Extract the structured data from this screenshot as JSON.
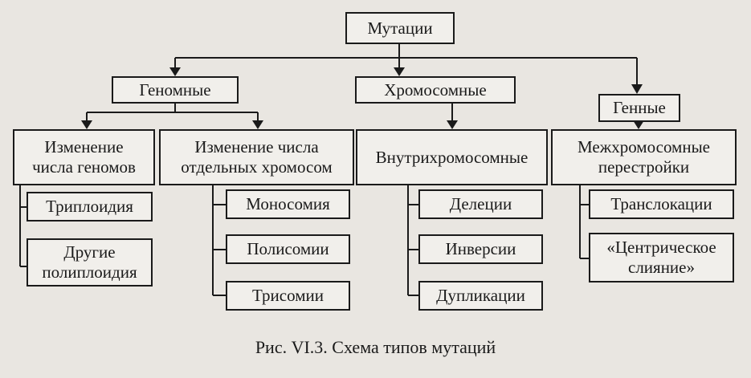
{
  "diagram": {
    "root": "Мутации",
    "level1": {
      "genomic": "Геномные",
      "chromosomal": "Хромосомные",
      "gene": "Генные"
    },
    "level2": {
      "genome_number": "Изменение\nчисла геномов",
      "chromosome_number": "Изменение числа\nотдельных хромосом",
      "intrachromosomal": "Внутрихромосомные",
      "interchromosomal": "Межхромосомные\nперестройки"
    },
    "leaves": {
      "triploidy": "Триплоидия",
      "other_polyploidy": "Другие\nполиплоидия",
      "monosomy": "Моносомия",
      "polysomy": "Полисомии",
      "trisomy": "Трисомии",
      "deletions": "Делеции",
      "inversions": "Инверсии",
      "duplications": "Дупликации",
      "translocations": "Транслокации",
      "centric_fusion": "«Центрическое\nслияние»"
    }
  },
  "caption": "Рис. VI.3. Схема типов мутаций"
}
